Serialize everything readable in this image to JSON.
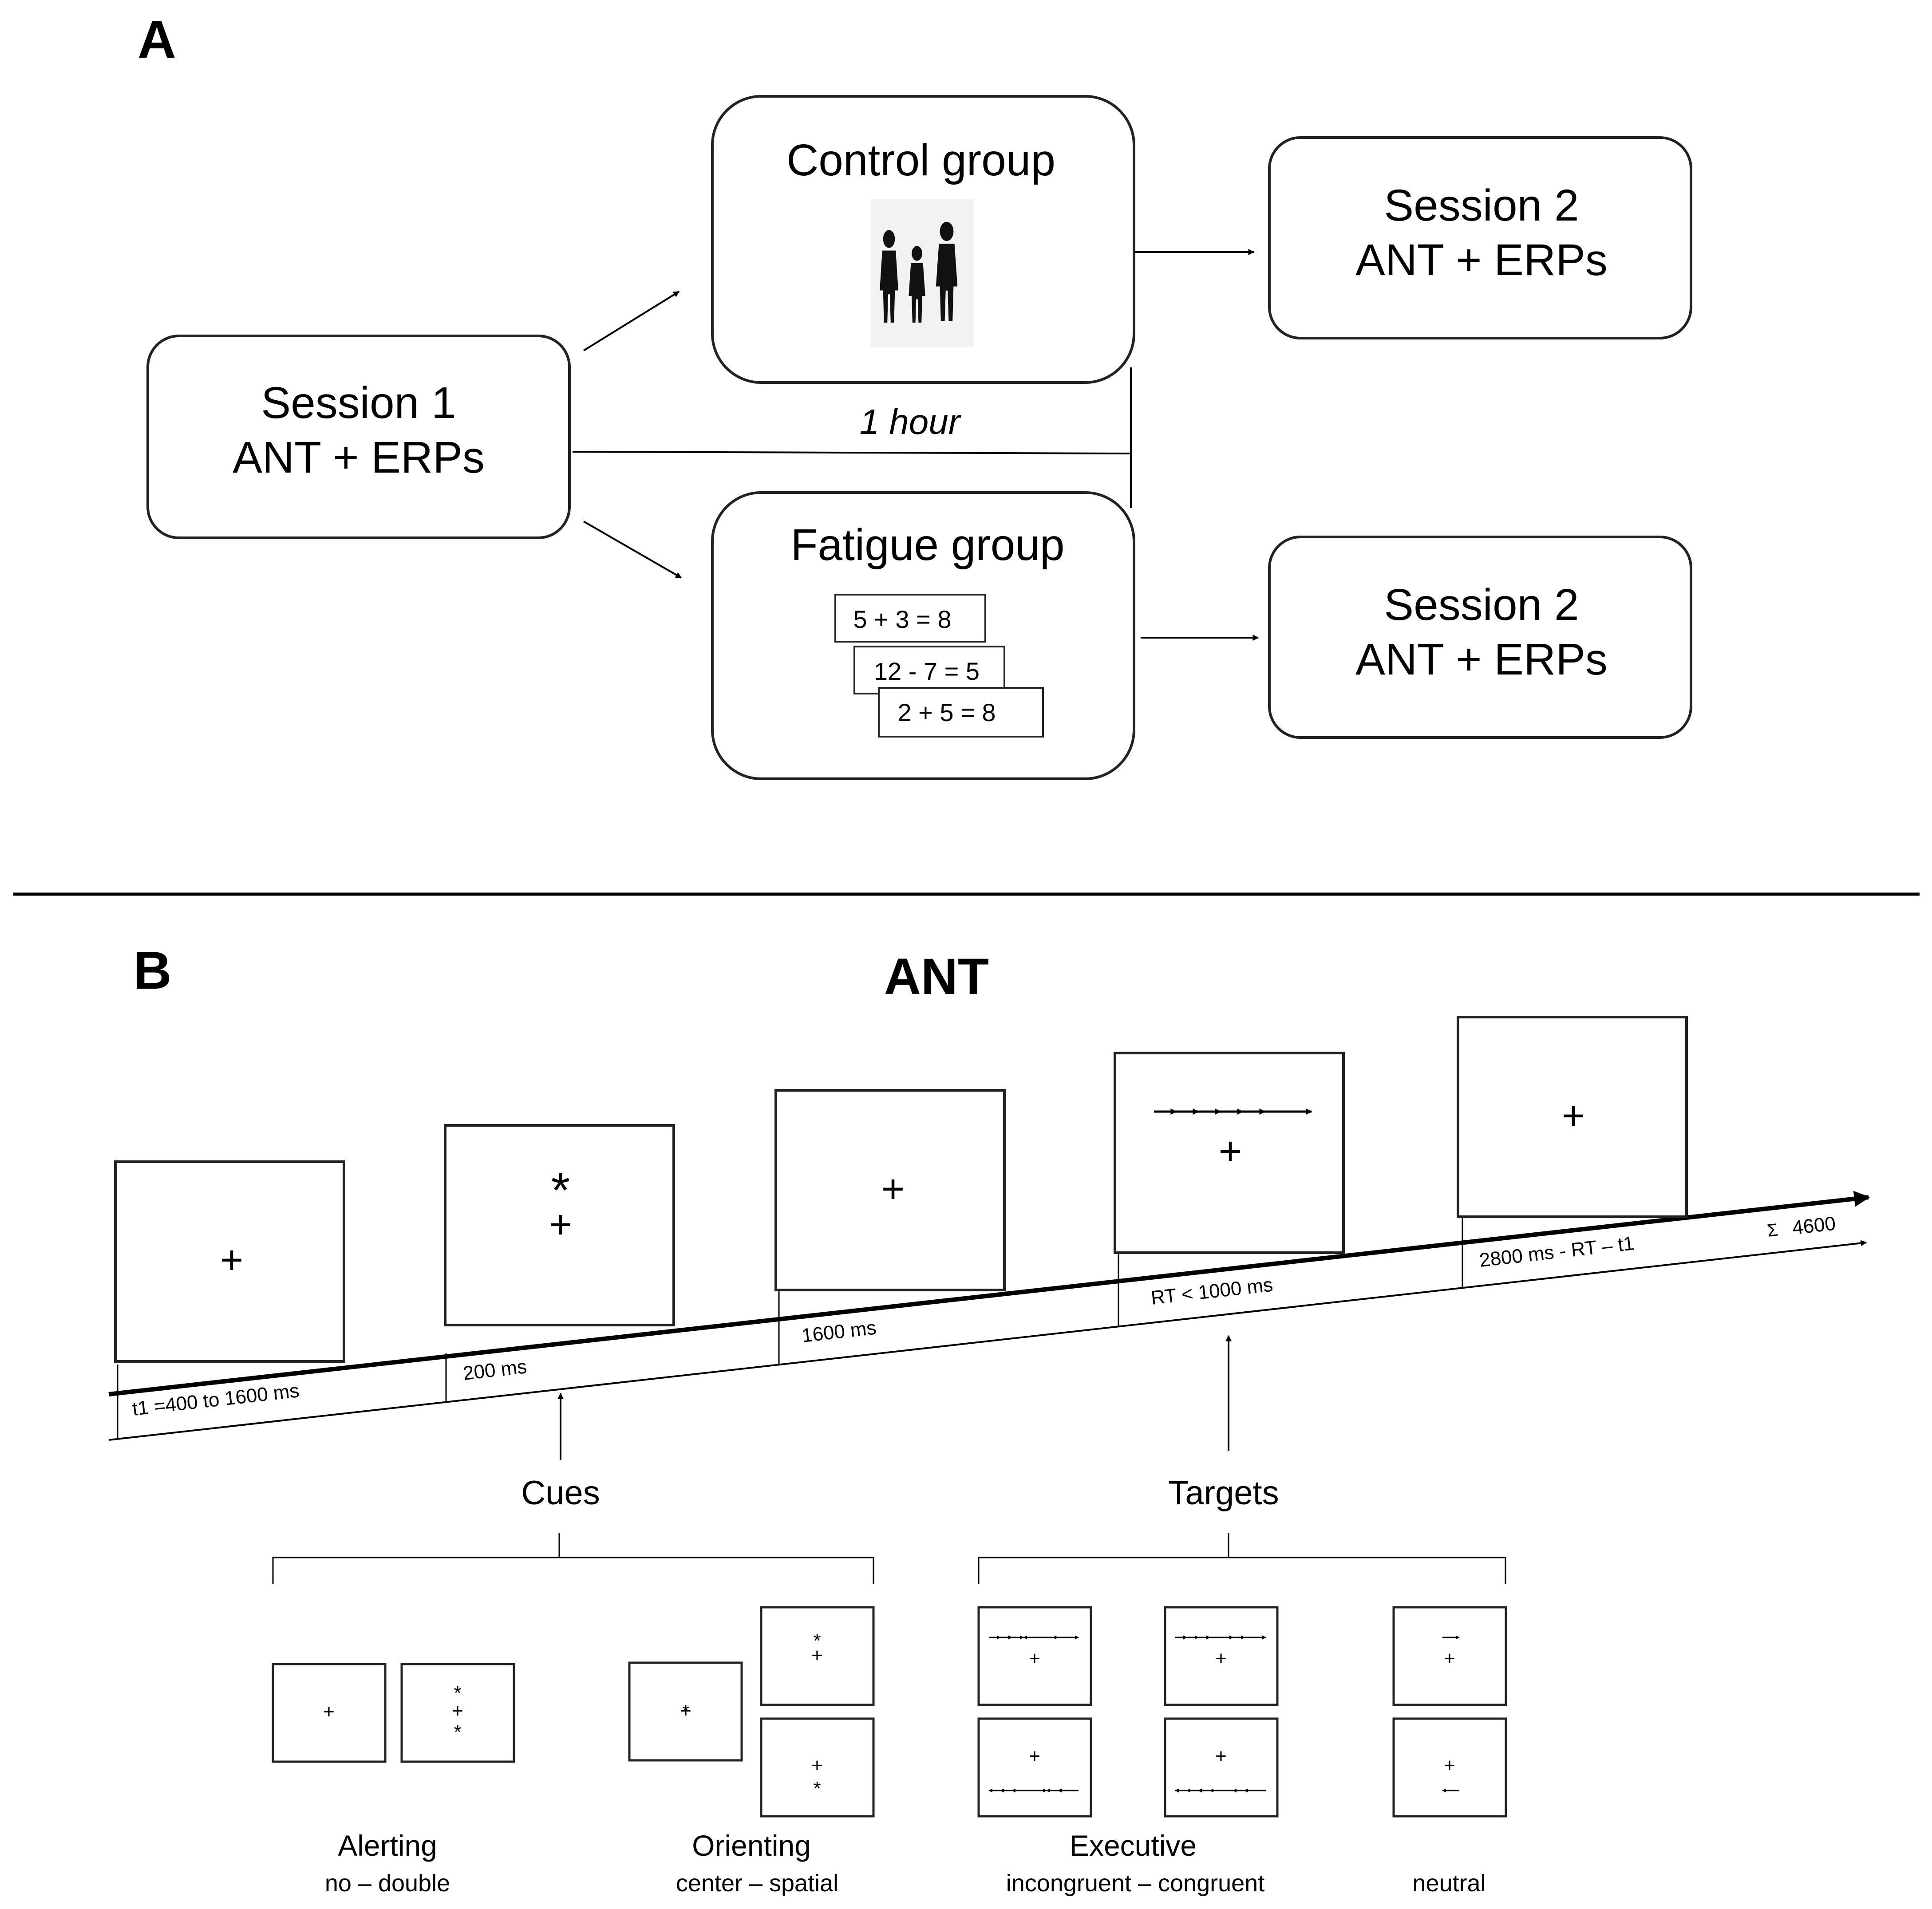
{
  "panel_a": {
    "label": "A",
    "session1": {
      "line1": "Session 1",
      "line2": "ANT + ERPs"
    },
    "control": {
      "title": "Control group"
    },
    "fatigue": {
      "title": "Fatigue group",
      "cards": [
        "5 + 3 = 8",
        "12 - 7 = 5",
        "2 + 5 = 8"
      ]
    },
    "duration": "1 hour",
    "session2_top": {
      "line1": "Session 2",
      "line2": "ANT + ERPs"
    },
    "session2_bottom": {
      "line1": "Session 2",
      "line2": "ANT + ERPs"
    }
  },
  "panel_b": {
    "label": "B",
    "title": "ANT",
    "timeline": {
      "intervals": [
        "t1 =400 to 1600 ms",
        "200 ms",
        "1600 ms",
        "RT < 1000 ms",
        "2800 ms - RT – t1"
      ],
      "total_symbol": "Σ",
      "total_value": "4600"
    },
    "screens": [
      {
        "symbol": "+"
      },
      {
        "cue": "*",
        "symbol": "+"
      },
      {
        "symbol": "+"
      },
      {
        "arrows": "right",
        "symbol": "+"
      },
      {
        "symbol": "+"
      }
    ],
    "cues_label": "Cues",
    "targets_label": "Targets",
    "conditions": [
      {
        "name": "Alerting",
        "sub": "no – double"
      },
      {
        "name": "Orienting",
        "sub": "center – spatial"
      },
      {
        "name": "Executive",
        "sub": "incongruent – congruent"
      },
      {
        "name": "",
        "sub": "neutral"
      }
    ],
    "glyphs": {
      "fixation": "+",
      "cue": "*"
    }
  }
}
